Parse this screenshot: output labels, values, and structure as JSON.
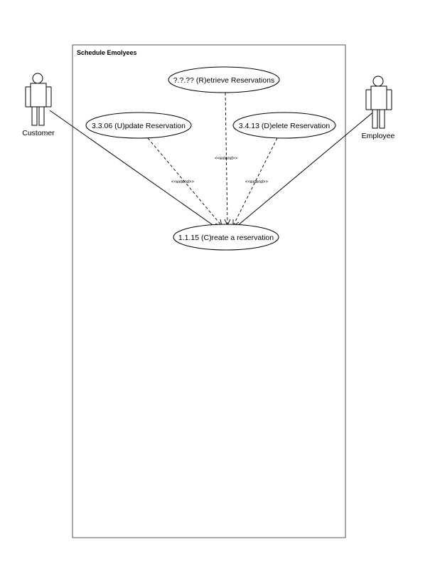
{
  "system": {
    "title": "Schedule Emolyees"
  },
  "actors": {
    "customer": "Customer",
    "employee": "Employee"
  },
  "use_cases": {
    "retrieve": "?.?.??  (R)etrieve Reservations",
    "update": "3.3.06 (U)pdate Reservation",
    "delete": "3.4.13 (D)elete Reservation",
    "create": "1.1.15 (C)reate a reservation"
  },
  "relations": {
    "extend_update": "<<extend>>",
    "extend_retrieve": "<<extend>>",
    "extend_delete": "<<extend>>"
  }
}
